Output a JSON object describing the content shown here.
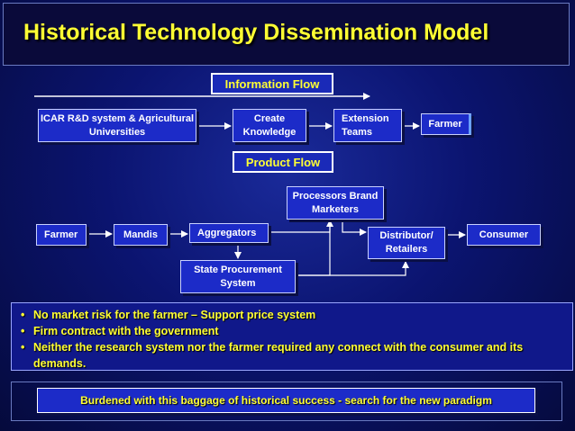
{
  "title": "Historical Technology Dissemination Model",
  "information_flow": {
    "label": "Information Flow",
    "nodes": [
      {
        "label": "ICAR R&D system & Agricultural Universities"
      },
      {
        "label": "Create Knowledge"
      },
      {
        "label": "Extension Teams"
      },
      {
        "label": "Farmer"
      }
    ]
  },
  "product_flow": {
    "label": "Product Flow",
    "nodes": {
      "farmer": "Farmer",
      "mandis": "Mandis",
      "aggregators": "Aggregators",
      "processors": "Processors Brand Marketers",
      "state_procurement": "State Procurement System",
      "distributor": "Distributor/ Retailers",
      "consumer": "Consumer"
    }
  },
  "bullets": [
    "No market risk for the farmer – Support price system",
    "Firm contract with the government",
    "Neither the research system nor the farmer required any connect with the consumer and its demands."
  ],
  "footer": "Burdened with this baggage of historical success - search for the new paradigm",
  "colors": {
    "background": "#0b1470",
    "box": "#1c2bc8",
    "accent_text": "#ffff33",
    "box_text": "#ffffff"
  }
}
